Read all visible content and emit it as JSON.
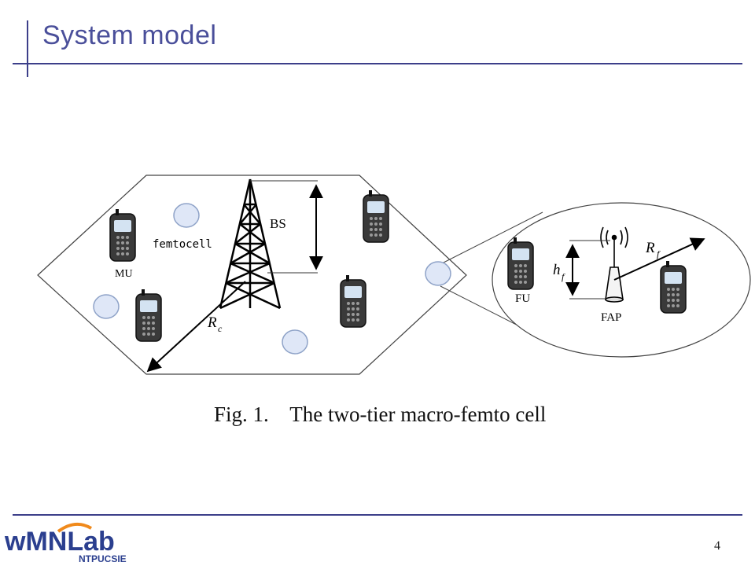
{
  "slide": {
    "title": "System model",
    "page_number": "4"
  },
  "figure": {
    "caption": "Fig. 1.    The two-tier macro-femto cell",
    "labels": {
      "bs": "BS",
      "femtocell": "femtocell",
      "mu": "MU",
      "rc": "R",
      "rc_sub": "c",
      "fu": "FU",
      "fap": "FAP",
      "hf": "h",
      "hf_sub": "f",
      "rf": "R",
      "rf_sub": "f"
    }
  },
  "logo": {
    "main": "wMNLab",
    "sub": "NTPUCSIE"
  },
  "colors": {
    "title": "#4a4f9a",
    "rule": "#3c3f8a",
    "femtocell_fill": "#dfe7f7",
    "femtocell_stroke": "#8fa3c8",
    "logo_blue": "#2b3f8f",
    "logo_orange": "#f08a1c"
  }
}
